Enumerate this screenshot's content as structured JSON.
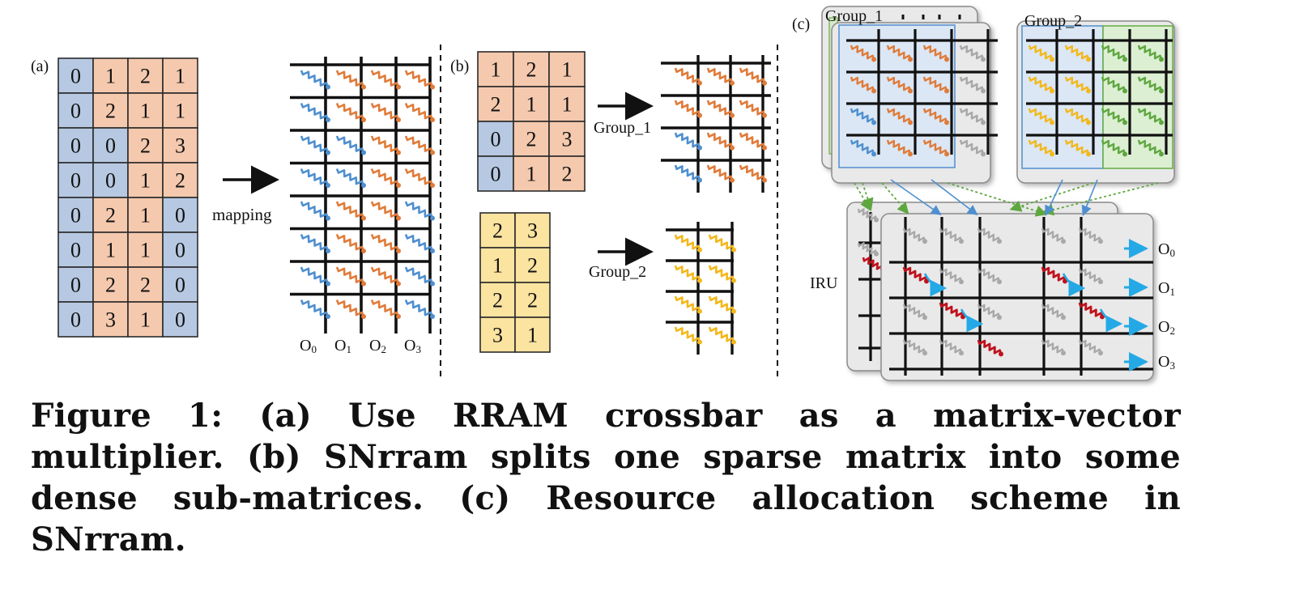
{
  "figure": {
    "panel_a": {
      "label": "(a)",
      "matrix": [
        [
          "0",
          "1",
          "2",
          "1"
        ],
        [
          "0",
          "2",
          "1",
          "1"
        ],
        [
          "0",
          "0",
          "2",
          "3"
        ],
        [
          "0",
          "0",
          "1",
          "2"
        ],
        [
          "0",
          "2",
          "1",
          "0"
        ],
        [
          "0",
          "1",
          "1",
          "0"
        ],
        [
          "0",
          "2",
          "2",
          "0"
        ],
        [
          "0",
          "3",
          "1",
          "0"
        ]
      ],
      "arrow_label": "mapping",
      "outputs": [
        "O0",
        "O1",
        "O2",
        "O3"
      ]
    },
    "panel_b": {
      "label": "(b)",
      "matrix_1": [
        [
          "1",
          "2",
          "1"
        ],
        [
          "2",
          "1",
          "1"
        ],
        [
          "0",
          "2",
          "3"
        ],
        [
          "0",
          "1",
          "2"
        ]
      ],
      "matrix_2": [
        [
          "2",
          "3"
        ],
        [
          "1",
          "2"
        ],
        [
          "2",
          "2"
        ],
        [
          "3",
          "1"
        ]
      ],
      "group_1_label": "Group_1",
      "group_2_label": "Group_2"
    },
    "panel_c": {
      "label": "(c)",
      "group_1_label": "Group_1",
      "group_2_label": "Group_2",
      "iru_label": "IRU",
      "outputs": [
        "O0",
        "O1",
        "O2",
        "O3"
      ]
    },
    "colors": {
      "zero_cell": "#b7c9e2",
      "nonzero_cell": "#f5c9ae",
      "yellow_cell": "#fbe3a0",
      "blue_wire": "#4e8fcf",
      "orange_wire": "#e07b39",
      "yellow_wire": "#f3b81c",
      "green_wire": "#5ea73f",
      "gray_wire": "#a8a8a8",
      "red_wire": "#c0121c",
      "cyan_arrow": "#24a9e6"
    }
  },
  "caption": "Figure 1:  (a) Use RRAM crossbar as a matrix-vector multiplier.  (b) SNrram splits one sparse matrix into some dense sub-matrices.  (c) Resource allocation scheme in SNrram."
}
